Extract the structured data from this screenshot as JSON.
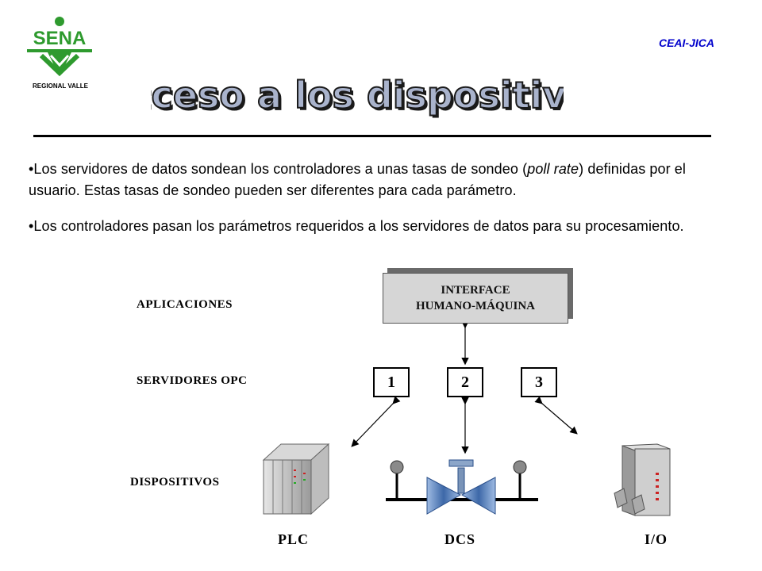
{
  "header": {
    "logo_name": "SENA",
    "logo_sub": "REGIONAL VALLE",
    "org": "CEAI-JICA",
    "title": "Acceso a los dispositivos"
  },
  "bullets": [
    {
      "pre": "Los servidores de datos sondean los controladores a unas tasas de sondeo (",
      "em": "poll rate",
      "post": ") definidas por el usuario. Estas tasas de sondeo pueden ser diferentes para cada parámetro."
    },
    {
      "pre": "Los controladores pasan los parámetros requeridos a los servidores de datos para su procesamiento.",
      "em": "",
      "post": ""
    }
  ],
  "diagram": {
    "levels": {
      "applications": "APLICACIONES",
      "opc_servers": "SERVIDORES OPC",
      "devices": "DISPOSITIVOS"
    },
    "hmi": {
      "line1": "INTERFACE",
      "line2": "HUMANO-MÁQUINA"
    },
    "servers": [
      "1",
      "2",
      "3"
    ],
    "devices": [
      "PLC",
      "DCS",
      "I/O"
    ]
  },
  "colors": {
    "logo_green": "#2e9a2e",
    "org_blue": "#0000cc",
    "title_fill": "#a9b3cc",
    "title_outline": "#1a1a1a",
    "valve_blue": "#4f79b8"
  },
  "icons": [
    "sena-logo",
    "plc-rack-icon",
    "valve-icon",
    "io-module-icon"
  ]
}
